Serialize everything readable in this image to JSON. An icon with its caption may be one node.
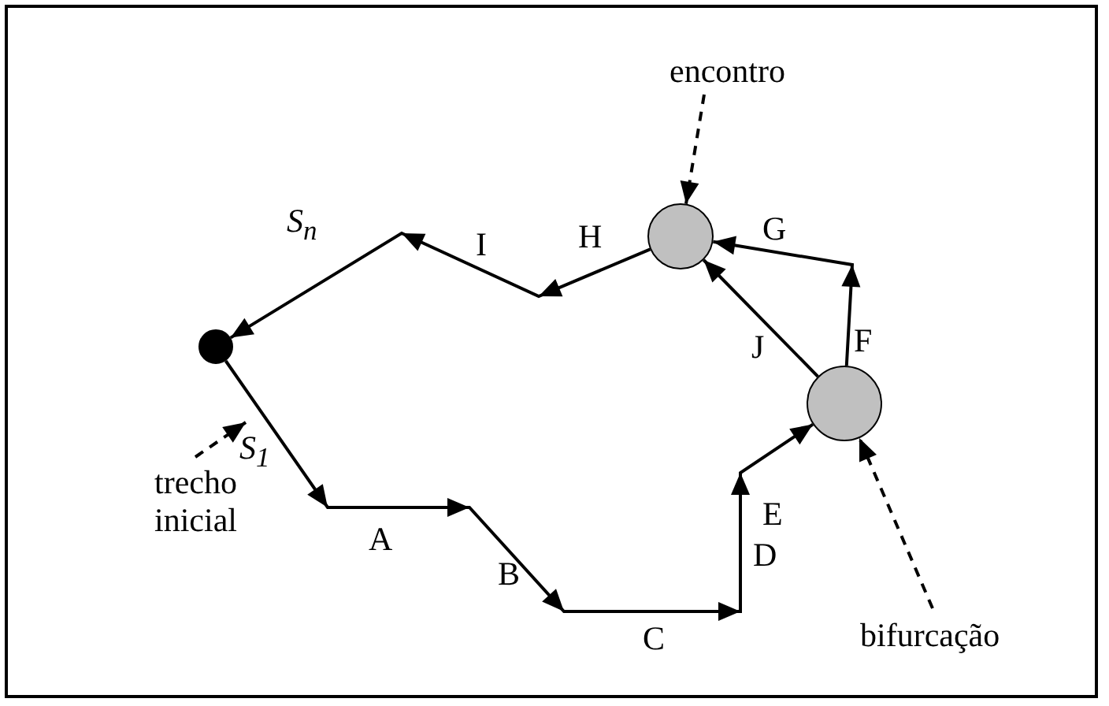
{
  "diagram": {
    "nodes": [
      {
        "text": [
          "encontro"
        ]
      },
      {
        "text": [],
        "shape": "circle"
      },
      {
        "text": [],
        "shape": "circle"
      },
      {
        "text": [],
        "shape": "circle"
      },
      {
        "text": [
          "trecho inicial"
        ]
      },
      {
        "text": [
          "bifurcação"
        ]
      },
      {
        "text": [
          "S$_{1}$"
        ]
      }
    ],
    "edges": [
      {
        "from": 2,
        "to": 3,
        "arrow": "to"
      },
      {
        "from": 3,
        "to": 1,
        "arrow": "to"
      },
      {
        "from": 3,
        "to": 1,
        "label": "J",
        "arrow": "to"
      },
      {
        "from": 1,
        "to": 2,
        "arrow": "to"
      },
      {
        "from": 0,
        "to": 1,
        "arrow": "to",
        "style": "dashed"
      },
      {
        "from": 4,
        "to": 6,
        "arrow": "to",
        "style": "dashed"
      },
      {
        "from": 5,
        "to": 3,
        "arrow": "to",
        "style": "dashed"
      }
    ],
    "labels": [
      "S$_{n}$",
      "A",
      "B",
      "C",
      "D",
      "E",
      "F",
      "G",
      "H",
      "I"
    ]
  }
}
